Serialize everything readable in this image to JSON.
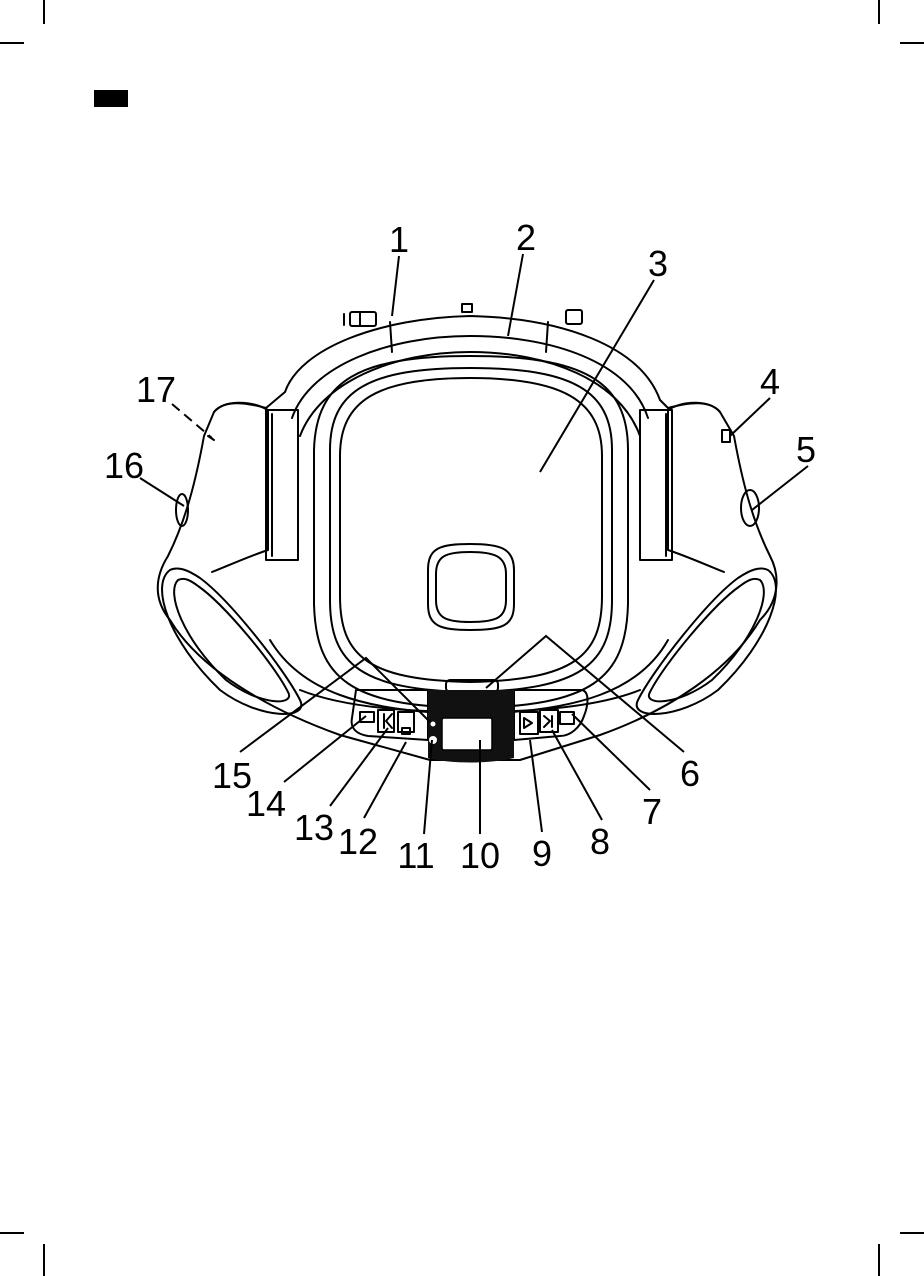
{
  "figure": {
    "callouts": [
      {
        "id": 1,
        "label": "1"
      },
      {
        "id": 2,
        "label": "2"
      },
      {
        "id": 3,
        "label": "3"
      },
      {
        "id": 4,
        "label": "4"
      },
      {
        "id": 5,
        "label": "5"
      },
      {
        "id": 6,
        "label": "6"
      },
      {
        "id": 7,
        "label": "7"
      },
      {
        "id": 8,
        "label": "8"
      },
      {
        "id": 9,
        "label": "9"
      },
      {
        "id": 10,
        "label": "10"
      },
      {
        "id": 11,
        "label": "11"
      },
      {
        "id": 12,
        "label": "12"
      },
      {
        "id": 13,
        "label": "13"
      },
      {
        "id": 14,
        "label": "14"
      },
      {
        "id": 15,
        "label": "15"
      },
      {
        "id": 16,
        "label": "16"
      },
      {
        "id": 17,
        "label": "17"
      }
    ]
  },
  "colors": {
    "ink": "#000000",
    "paper": "#ffffff",
    "panel": "#111111"
  }
}
